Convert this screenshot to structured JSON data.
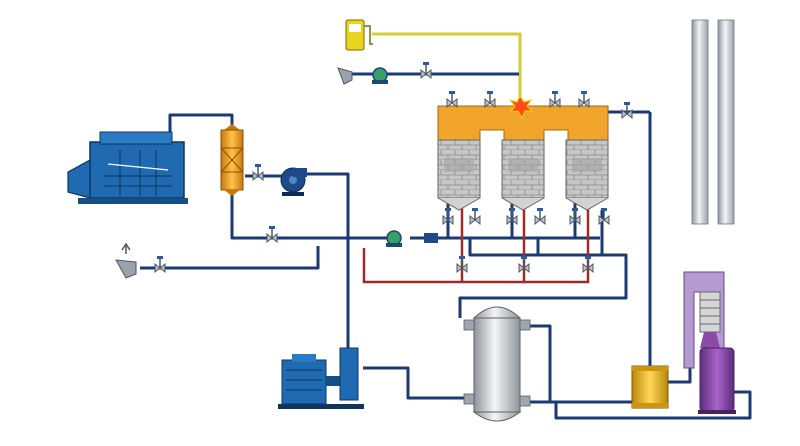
{
  "diagram": {
    "kind": "process-flow",
    "components": [
      {
        "id": "fuel-pump",
        "icon": "fuel-pump-icon"
      },
      {
        "id": "air-fan",
        "icon": "fan-icon"
      },
      {
        "id": "regenerative-oxidizer",
        "icon": "oxidizer-icon"
      },
      {
        "id": "exhaust-stacks",
        "icon": "chimney-icon"
      },
      {
        "id": "production-unit",
        "icon": "machine-icon"
      },
      {
        "id": "filter-column",
        "icon": "filter-icon"
      },
      {
        "id": "main-fan",
        "icon": "fan-icon"
      },
      {
        "id": "inlet-nozzle",
        "icon": "nozzle-icon"
      },
      {
        "id": "blower-motor",
        "icon": "motor-icon"
      },
      {
        "id": "heat-exchanger",
        "icon": "tank-icon"
      },
      {
        "id": "yellow-cylinder",
        "icon": "cylinder-icon"
      },
      {
        "id": "purple-stack",
        "icon": "stack-icon"
      }
    ],
    "colors": {
      "pipe_main": "#1b3a73",
      "pipe_hot": "#a02a2a",
      "pipe_fuel": "#d9d24a",
      "oxidizer_top": "#f0a52a",
      "brick": "#b3b3b3",
      "machine": "#1f6ab0",
      "filter": "#f2a818",
      "yellow_cyl": "#e5b21c",
      "purple": "#8a4aa8",
      "lavender": "#b49ad0",
      "valve": "#8c9aa6",
      "fuel_pump": "#e8d41c"
    }
  }
}
